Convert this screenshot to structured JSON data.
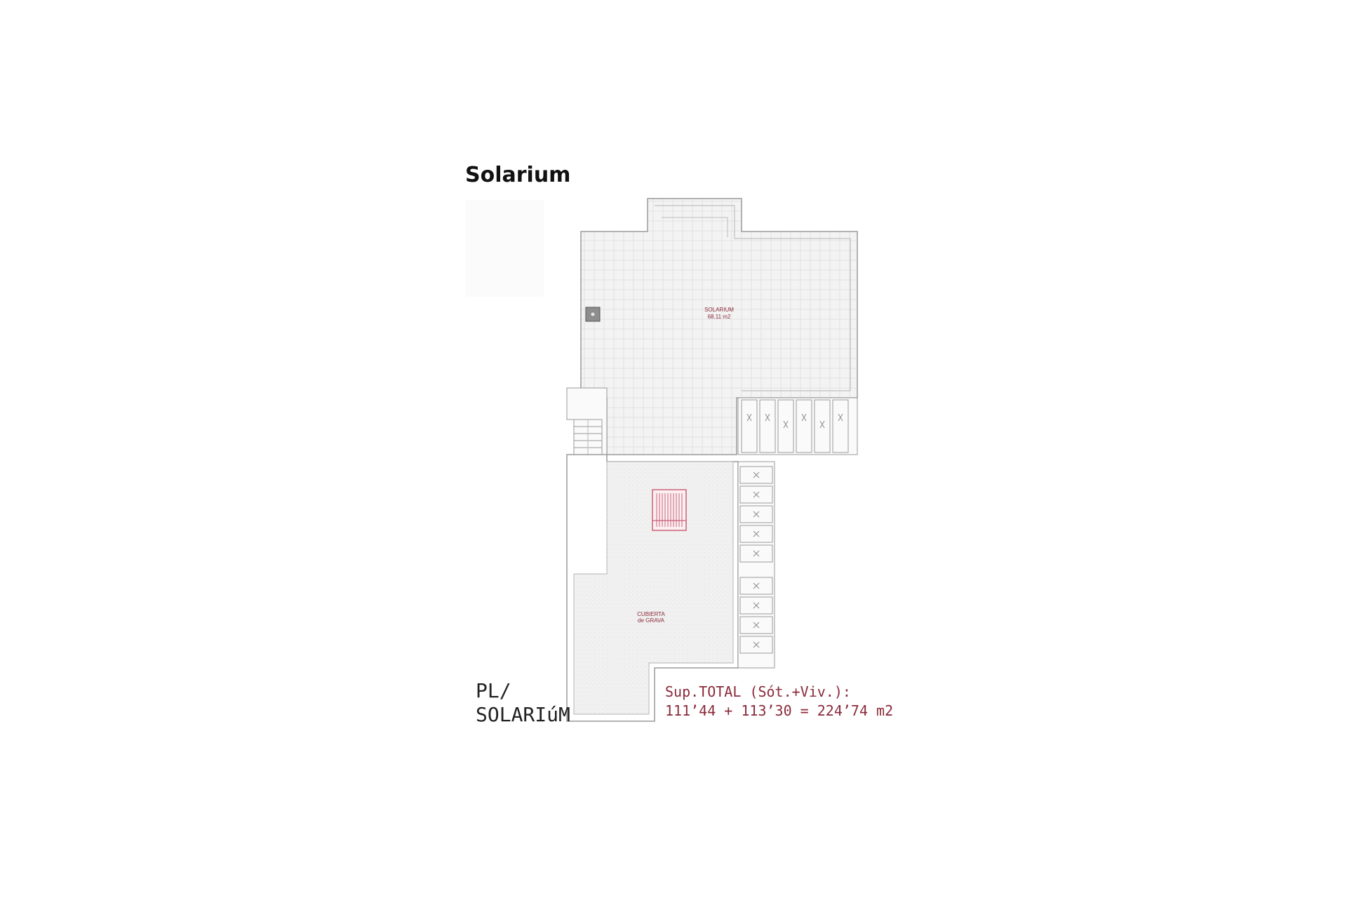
{
  "header": {
    "title": "Solarium"
  },
  "rooms": {
    "solarium": {
      "name": "SOLARIUM",
      "area": "68.11 m2"
    },
    "cubierta": {
      "name_line1": "CUBIERTA",
      "name_line2": "de GRAVA"
    }
  },
  "plan_label": {
    "line1": "PL/",
    "line2": "SOLARIúM"
  },
  "total": {
    "line1": "Sup.TOTAL (Sót.+Viv.):",
    "line2": "111’44 + 113’30 = 224’74 m2"
  },
  "colors": {
    "accent": "#8a2a3a",
    "wall": "#9a9a9a",
    "floor": "#f3f3f3"
  }
}
